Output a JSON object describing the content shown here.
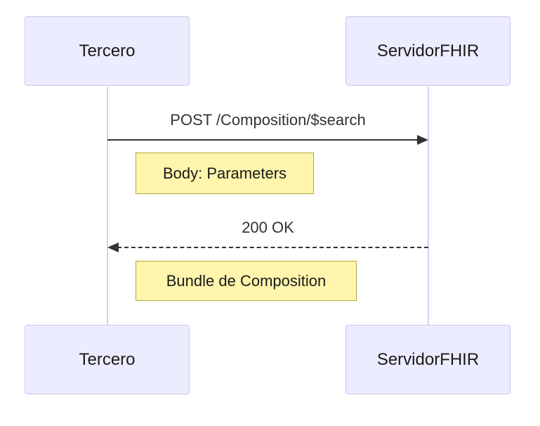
{
  "diagram": {
    "type": "sequence-diagram",
    "actors": [
      {
        "id": "tercero",
        "label": "Tercero"
      },
      {
        "id": "servidorfhir",
        "label": "ServidorFHIR"
      }
    ],
    "messages": [
      {
        "from": "tercero",
        "to": "servidorfhir",
        "label": "POST /Composition/$search",
        "line_style": "solid",
        "direction": "right"
      },
      {
        "from": "servidorfhir",
        "to": "tercero",
        "label": "200 OK",
        "line_style": "dashed",
        "direction": "left"
      }
    ],
    "notes": [
      {
        "label": "Body: Parameters",
        "position": "right-of-tercero"
      },
      {
        "label": "Bundle de Composition",
        "position": "right-of-tercero"
      }
    ],
    "colors": {
      "actor_fill": "#ECECFF",
      "actor_border": "#CFC7E8",
      "lifeline": "#D8D0EE",
      "note_fill": "#FFF5AD",
      "note_border": "#AAAA33",
      "arrow": "#333333",
      "text": "#1A1A1A",
      "background": "#FFFFFF"
    }
  }
}
